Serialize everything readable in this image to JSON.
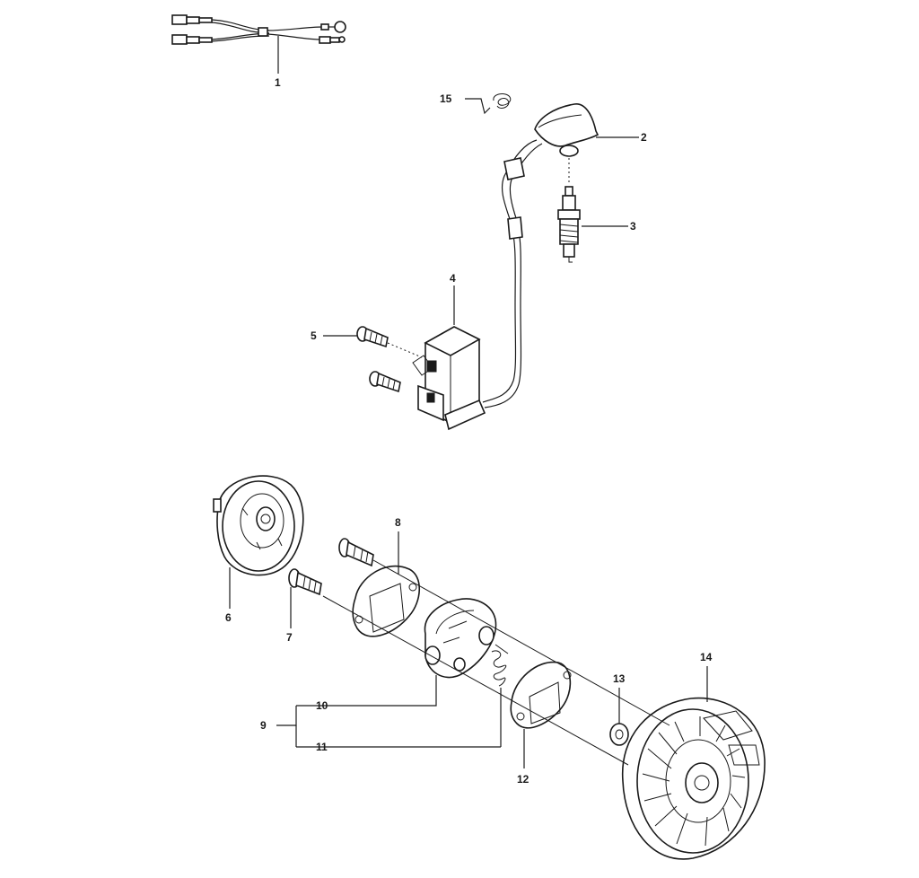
{
  "callouts": [
    {
      "id": "1",
      "label": "1"
    },
    {
      "id": "2",
      "label": "2"
    },
    {
      "id": "3",
      "label": "3"
    },
    {
      "id": "4",
      "label": "4"
    },
    {
      "id": "5",
      "label": "5"
    },
    {
      "id": "6",
      "label": "6"
    },
    {
      "id": "7",
      "label": "7"
    },
    {
      "id": "8",
      "label": "8"
    },
    {
      "id": "9",
      "label": "9"
    },
    {
      "id": "10",
      "label": "10"
    },
    {
      "id": "11",
      "label": "11"
    },
    {
      "id": "12",
      "label": "12"
    },
    {
      "id": "13",
      "label": "13"
    },
    {
      "id": "14",
      "label": "14"
    },
    {
      "id": "15",
      "label": "15"
    }
  ],
  "colors": {
    "ink": "#1a1a1a",
    "paper": "#ffffff"
  }
}
